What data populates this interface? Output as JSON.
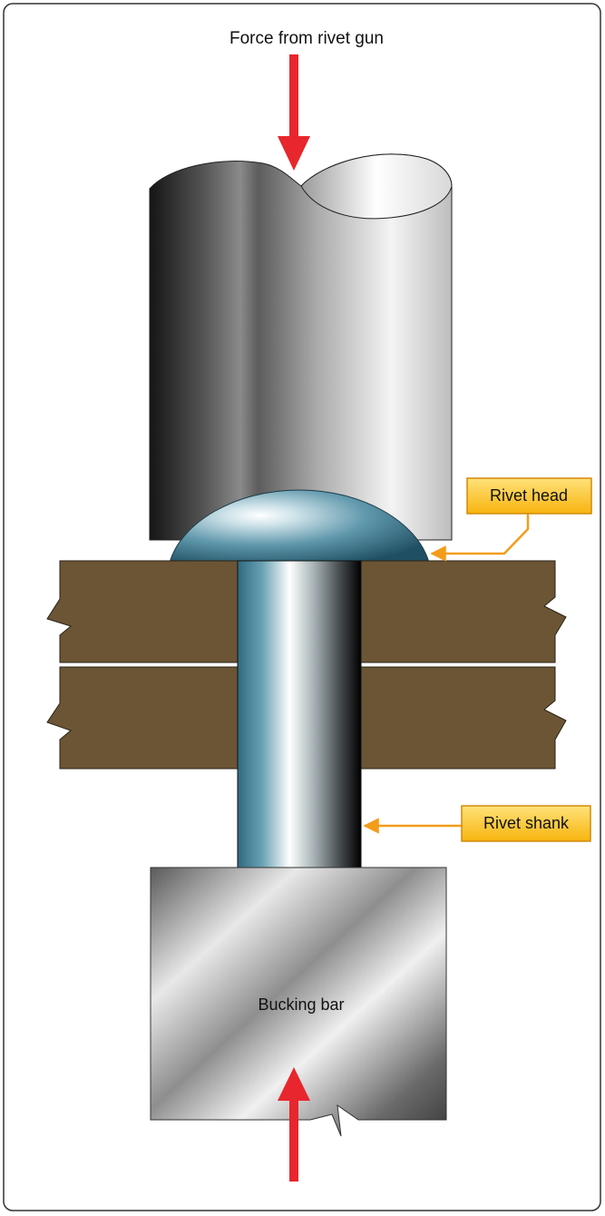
{
  "labels": {
    "force_from_gun": "Force from rivet gun",
    "rivet_head": "Rivet head",
    "rivet_shank": "Rivet shank",
    "bucking_bar": "Bucking bar"
  },
  "colors": {
    "force_arrow": "#e8262d",
    "callout_fill_top": "#ffe27a",
    "callout_fill_bottom": "#f7b40e",
    "callout_leader": "#f39c1a",
    "sheet_metal": "#6b5535",
    "rivet_blue": "#3f7a92",
    "gun_set_dark": "#1a1a1a",
    "gun_set_light": "#f2f2f2",
    "frame_border": "#333333"
  }
}
